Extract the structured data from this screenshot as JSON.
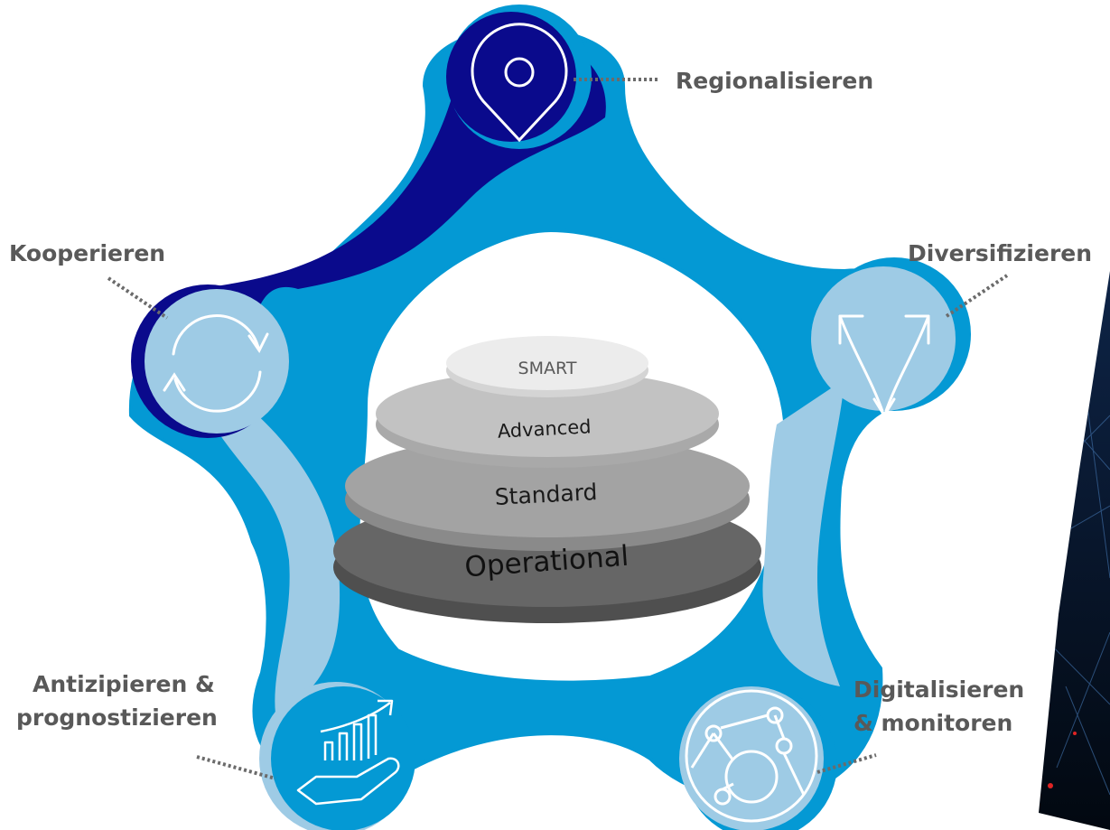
{
  "colors": {
    "dark_blue": "#0a0a8c",
    "mid_blue": "#0499d4",
    "light_blue": "#9ecbe5",
    "label_gray": "#595959",
    "dot_gray": "#6b6b6b",
    "background": "#ffffff"
  },
  "nodes": [
    {
      "id": "regionalisieren",
      "lines": [
        "Regionalisieren"
      ],
      "icon": "location-pin-icon"
    },
    {
      "id": "diversifizieren",
      "lines": [
        "Diversifizieren"
      ],
      "icon": "diverging-arrows-icon"
    },
    {
      "id": "digitalisieren",
      "lines": [
        "Digitalisieren",
        "& monitoren"
      ],
      "icon": "network-globe-icon"
    },
    {
      "id": "antizipieren",
      "lines": [
        "Antizipieren &",
        "prognostizieren"
      ],
      "icon": "growth-chart-hand-icon"
    },
    {
      "id": "kooperieren",
      "lines": [
        "Kooperieren"
      ],
      "icon": "cycle-arrows-icon"
    }
  ],
  "tiers": [
    {
      "label": "SMART",
      "color": "#ececec",
      "text_color": "#595959"
    },
    {
      "label": "Advanced",
      "color": "#c2c2c2",
      "text_color": "#1a1a1a"
    },
    {
      "label": "Standard",
      "color": "#a3a3a3",
      "text_color": "#1a1a1a"
    },
    {
      "label": "Operational",
      "color": "#666666",
      "text_color": "#111111"
    }
  ],
  "decorative_image": "network-map-image"
}
